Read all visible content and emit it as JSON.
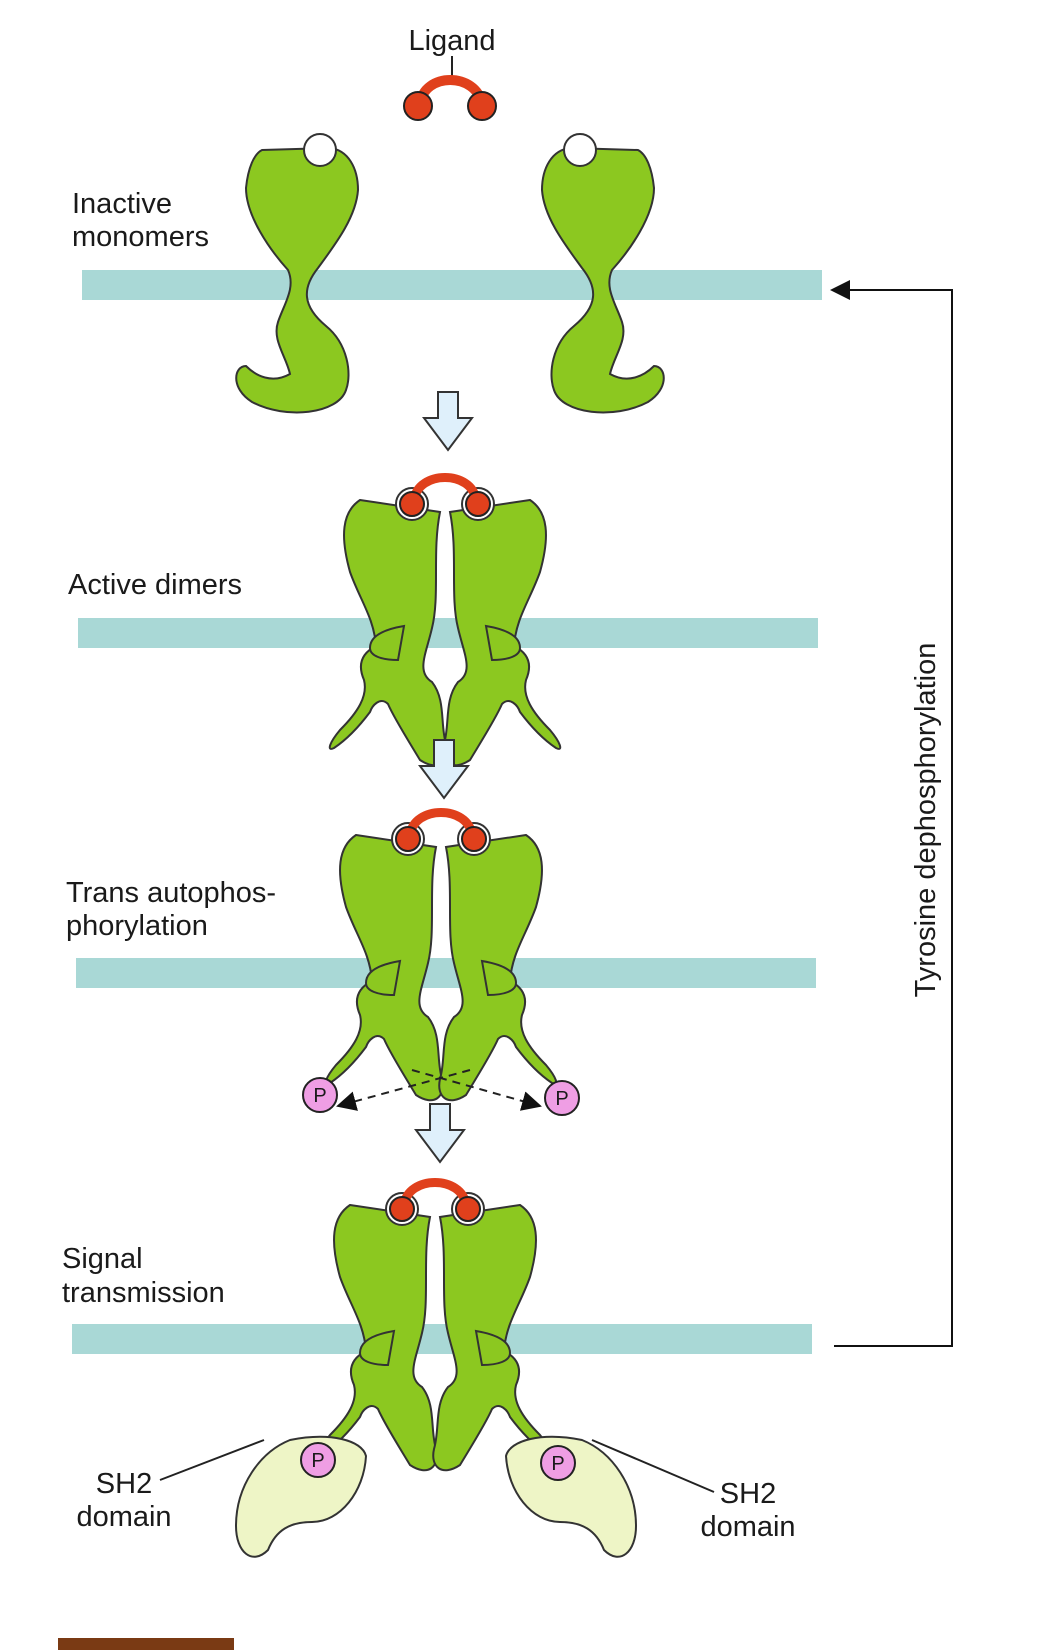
{
  "labels": {
    "ligand": "Ligand",
    "inactive_1": "Inactive",
    "inactive_2": "monomers",
    "active": "Active dimers",
    "trans_1": "Trans autophos-",
    "trans_2": "phorylation",
    "signal_1": "Signal",
    "signal_2": "transmission",
    "sh2_left_1": "SH2",
    "sh2_left_2": "domain",
    "sh2_right_1": "SH2",
    "sh2_right_2": "domain",
    "feedback": "Tyrosine dephosphorylation",
    "phospho": "P"
  },
  "colors": {
    "receptor": "#8cc820",
    "membrane": "#a9d8d6",
    "ligand": "#e0401c",
    "phospho": "#ef9ee4",
    "sh2": "#eef5c6",
    "arrow_fill": "#dff0fb",
    "line": "#222222"
  }
}
